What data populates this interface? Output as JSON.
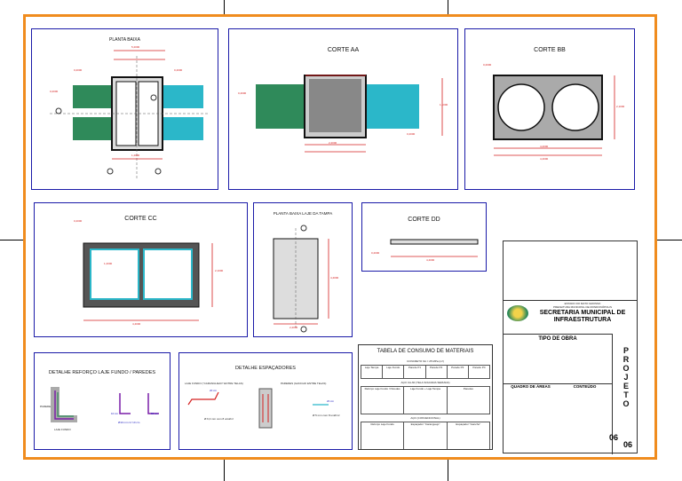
{
  "colors": {
    "frame": "#f08c1e",
    "panel_border": "#1a1aa8",
    "dimension": "#d42020",
    "green": "#2f8a5a",
    "cyan": "#2bb7c9",
    "dark": "#444444"
  },
  "panels": {
    "planta_baixa": {
      "title": "PLANTA BAIXA"
    },
    "corte_aa": {
      "title": "CORTE AA"
    },
    "corte_bb": {
      "title": "CORTE BB"
    },
    "corte_cc": {
      "title": "CORTE CC"
    },
    "planta_tampa": {
      "title": "PLANTA BAIXA LAJE DA TAMPA"
    },
    "corte_dd": {
      "title": "CORTE DD"
    },
    "detalhe_reforco": {
      "title": "DETALHE REFORÇO LAJE FUNDO / PAREDES",
      "labels": {
        "parede": "PAREDE",
        "laje_fundo": "LAJE FUNDO",
        "bar": "Ø10 mm C/ 10 cm",
        "d1": "10 cm",
        "d2": "50 cm"
      }
    },
    "detalhe_espacadores": {
      "title": "DETALHE ESPAÇADORES",
      "sub_left": "LAJE FUNDO (\"CARANGUEJO\" ENTRE TELAS)",
      "sub_right": "PAREDES (GANCHO ENTRE TELAS)",
      "dim_left": "20 cm",
      "dim_right": "20 cm",
      "bar_left": "Ø 6,3 mm com 8 unid/m²",
      "bar_right": "Ø 5 mm com 8 unid/m²"
    },
    "tabela": {
      "title": "TABELA DE CONSUMO DE MATERIAIS",
      "sec1": "CONCRETO fck = 25 MPa (m³)",
      "sec2": "AÇO CA-60 (TELA SOLDADA SERIADA)",
      "sec3": "AÇO (CONVENCIONAL)",
      "h1": [
        "Laje Tampa",
        "Laje Fundo",
        "Parede P1",
        "Parede P2",
        "Parede P3",
        "Parede P4"
      ],
      "h2": [
        "Reforço Laje Fundo / Paredes",
        "Laje Fundo + Laje Tampa",
        "Paredes"
      ],
      "h3": [
        "Reforço Laje Fundo",
        "Espaçador \"Caranguejo\"",
        "Espaçador \"Gancho\""
      ]
    }
  },
  "title_block": {
    "org_line1": "ESTADO DO MATO GROSSO",
    "org_line2": "PREFEITURA MUNICIPAL DE RONDONÓPOLIS",
    "secretaria": "SECRETARIA MUNICIPAL DE",
    "infra": "INFRAESTRUTURA",
    "tipo_obra": "TIPO DE OBRA",
    "quadro_areas": "QUADRO DE ÁREAS",
    "conteudo": "CONTEÚDO",
    "projeto_letters": [
      "P",
      "R",
      "O",
      "J",
      "E",
      "T",
      "O"
    ],
    "folha_num": "06",
    "folha_total": "06"
  },
  "dimensions": {
    "pb": [
      "5,2000",
      "0,2000",
      "0,4000",
      "1,2000",
      "0,2000"
    ],
    "aa": [
      "0,4000",
      "1,1000",
      "2,2000",
      "0,2000"
    ],
    "bb": [
      "0,2000",
      "4,2000",
      "4,4000",
      "2,1000"
    ],
    "cc": [
      "0,2000",
      "1,2000",
      "2,1000",
      "4,4000"
    ],
    "tampa": [
      "4,4000",
      "2,2000"
    ],
    "dd": [
      "0,2000",
      "4,4000"
    ]
  }
}
